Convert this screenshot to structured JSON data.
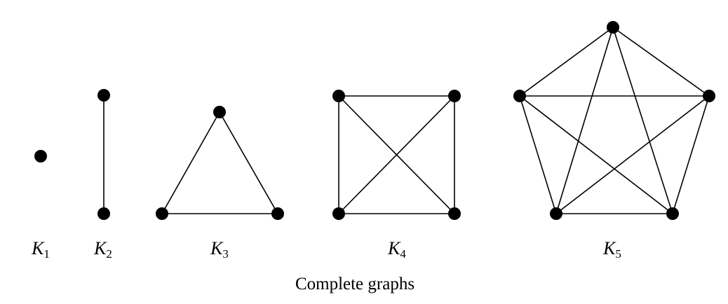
{
  "caption": "Complete graphs",
  "graphs": [
    {
      "id": "k1",
      "letter": "K",
      "sub": "1",
      "n": 1
    },
    {
      "id": "k2",
      "letter": "K",
      "sub": "2",
      "n": 2
    },
    {
      "id": "k3",
      "letter": "K",
      "sub": "3",
      "n": 3
    },
    {
      "id": "k4",
      "letter": "K",
      "sub": "4",
      "n": 4
    },
    {
      "id": "k5",
      "letter": "K",
      "sub": "5",
      "n": 5
    }
  ],
  "colors": {
    "ink": "#000000",
    "background": "#ffffff"
  }
}
